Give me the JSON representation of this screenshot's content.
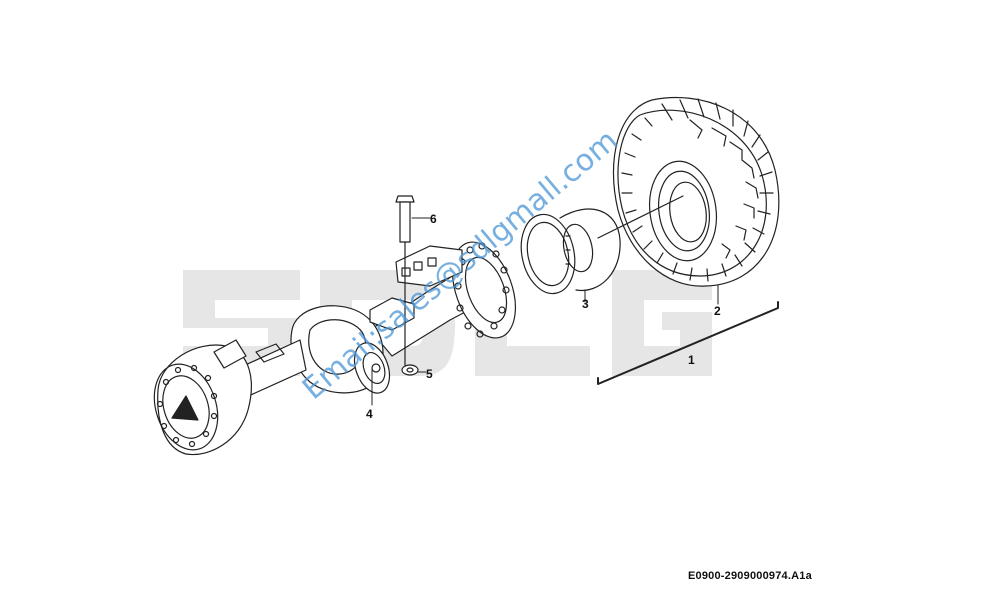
{
  "diagram": {
    "drawing_code": "E0900-2909000974.A1a",
    "callouts": {
      "tire_wheel_assembly": "1",
      "tire": "2",
      "rim": "3",
      "axle_stud": "4",
      "nut": "5",
      "bolt": "6"
    }
  },
  "watermarks": {
    "logo_text": "SDLG",
    "email": "Email:sales@sdlgmall.com"
  },
  "colors": {
    "line": "#222222",
    "logo_watermark": "#e6e6e6",
    "email_watermark": "#4a96d6"
  }
}
